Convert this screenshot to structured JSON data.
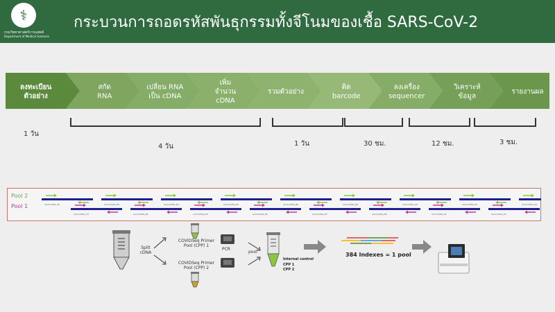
{
  "header": {
    "title": "กระบวนการถอดรหัสพันธุกรรมทั้งจีโนมของเชื้อ SARS-CoV-2",
    "logo_text_1": "กรมวิทยาศาสตร์การแพทย์",
    "logo_text_2": "Department of Medical Sciences"
  },
  "steps": [
    {
      "lines": [
        "ลงทะเบียน",
        "ตัวอย่าง"
      ]
    },
    {
      "lines": [
        "สกัด",
        "RNA"
      ]
    },
    {
      "lines": [
        "เปลี่ยน RNA",
        "เป็น cDNA"
      ]
    },
    {
      "lines": [
        "เพิ่ม",
        "จำนวน",
        "cDNA"
      ]
    },
    {
      "lines": [
        "รวมตัวอย่าง"
      ]
    },
    {
      "lines": [
        "ติด",
        "barcode"
      ]
    },
    {
      "lines": [
        "ลงเครื่อง",
        "sequencer"
      ]
    },
    {
      "lines": [
        "วิเคราะห์",
        "ข้อมูล"
      ]
    },
    {
      "lines": [
        "รายงานผล"
      ]
    }
  ],
  "durations": [
    "1 วัน",
    "4 วัน",
    "1 วัน",
    "30 ชม.",
    "12 ชม.",
    "3 ชม."
  ],
  "amplicons": {
    "pool_2_label": "Pool 2",
    "pool_1_label": "Pool 1",
    "pool_2_names": [
      "nCoV-2019_78",
      "nCoV-2019_80",
      "nCoV-2019_82",
      "nCoV-2019_84",
      "nCoV-2019_86",
      "nCoV-2019_88",
      "nCoV-2019_90",
      "nCoV-2019_92",
      "nCoV-2019_94"
    ],
    "pool_1_names": [
      "nCoV-2019_79",
      "nCoV-2019_81",
      "nCoV-2019_83",
      "nCoV-2019_85",
      "nCoV-2019_87",
      "nCoV-2019_89",
      "nCoV-2019_91",
      "nCoV-2019_93"
    ]
  },
  "workflow": {
    "split_label": "Split cDNA",
    "cpp1_label": "COVIDSeq Primer Pool (CPP) 1",
    "cpp2_label": "COVIDSeq Primer Pool (CPP) 2",
    "pcr_label": "PCR",
    "pool_label": "pool",
    "internal_control": "Internal control",
    "cpp1_short": "CPP 1",
    "cpp2_short": "CPP 2",
    "index_label": "384 Indexes = 1 pool"
  },
  "colors": {
    "header_bg": "#2f6b3e",
    "step_dark": "#5b8a3c",
    "step_light": "#a9c98a",
    "pool2_primer": "#8cc63f",
    "pool1_primer": "#c0399b",
    "amplicon_bar": "#1f1f8f",
    "frame": "#c9736b"
  }
}
